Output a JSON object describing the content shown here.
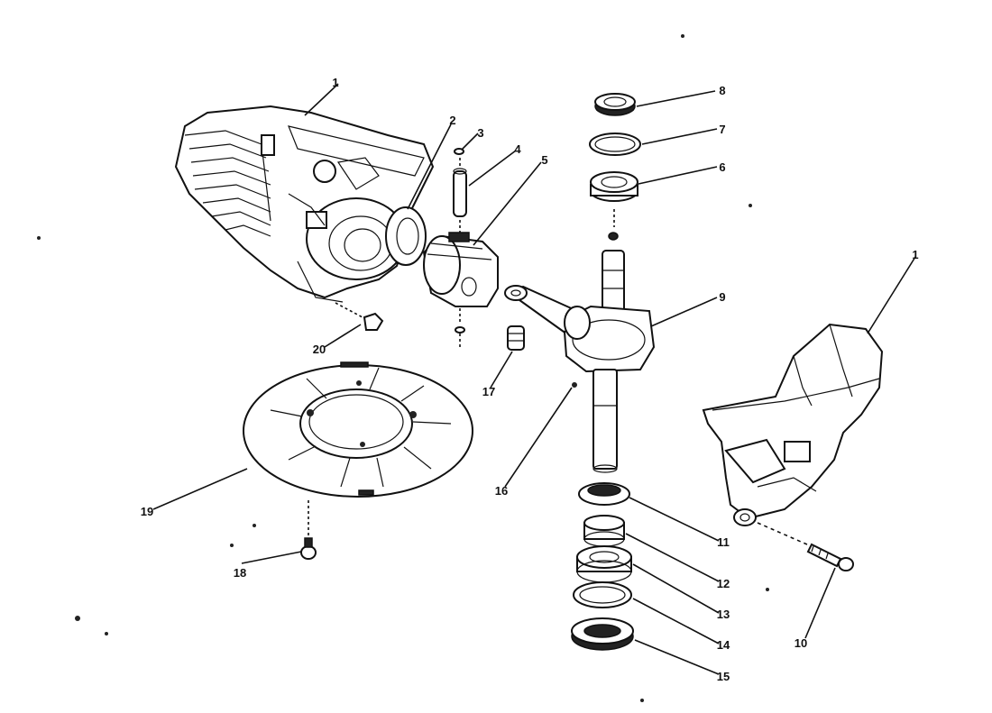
{
  "callouts": [
    {
      "id": "c1a",
      "text": "1"
    },
    {
      "id": "c1b",
      "text": "1"
    },
    {
      "id": "c2",
      "text": "2"
    },
    {
      "id": "c3",
      "text": "3"
    },
    {
      "id": "c4",
      "text": "4"
    },
    {
      "id": "c5",
      "text": "5"
    },
    {
      "id": "c6",
      "text": "6"
    },
    {
      "id": "c7",
      "text": "7"
    },
    {
      "id": "c8",
      "text": "8"
    },
    {
      "id": "c9",
      "text": "9"
    },
    {
      "id": "c10",
      "text": "10"
    },
    {
      "id": "c11",
      "text": "11"
    },
    {
      "id": "c12",
      "text": "12"
    },
    {
      "id": "c13",
      "text": "13"
    },
    {
      "id": "c14",
      "text": "14"
    },
    {
      "id": "c15",
      "text": "15"
    },
    {
      "id": "c16",
      "text": "16"
    },
    {
      "id": "c17",
      "text": "17"
    },
    {
      "id": "c18",
      "text": "18"
    },
    {
      "id": "c19",
      "text": "19"
    },
    {
      "id": "c20",
      "text": "20"
    }
  ]
}
